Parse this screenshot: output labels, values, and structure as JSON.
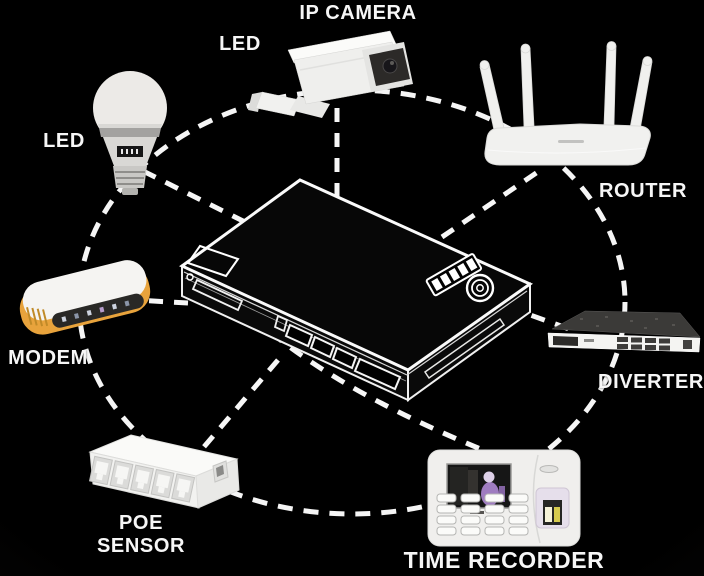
{
  "diagram": {
    "type": "network-topology",
    "background": "#000000",
    "dash_color": "#ffffff",
    "description_visible_text_only": true
  },
  "labels": {
    "ip_camera": "IP CAMERA",
    "led_top": "LED",
    "led_left": "LED",
    "router": "ROUTER",
    "modem": "MODEM",
    "diverter": "DIVERTER",
    "poe_sensor_line1": "POE",
    "poe_sensor_line2": "SENSOR",
    "time_recorder": "TIME RECORDER"
  },
  "devices": [
    {
      "id": "hub",
      "label": null
    },
    {
      "id": "ip-camera",
      "label": "IP CAMERA"
    },
    {
      "id": "led-bulb",
      "labels": [
        "LED",
        "LED"
      ]
    },
    {
      "id": "router",
      "label": "ROUTER"
    },
    {
      "id": "modem",
      "label": "MODEM"
    },
    {
      "id": "diverter",
      "label": "DIVERTER"
    },
    {
      "id": "poe-sensor",
      "label": "POE SENSOR"
    },
    {
      "id": "time-recorder",
      "label": "TIME RECORDER"
    }
  ],
  "connections": {
    "hub_links": [
      "ip-camera",
      "led-bulb",
      "router",
      "modem",
      "diverter",
      "poe-sensor",
      "time-recorder"
    ],
    "ring": [
      "led-bulb",
      "ip-camera",
      "router",
      "diverter",
      "time-recorder",
      "poe-sensor",
      "modem"
    ]
  },
  "colors": {
    "line_white": "#f7f7f7",
    "device_white": "#f1f1ef",
    "modem_accent_yellow": "#e8a33c",
    "modem_front_dark": "#292826",
    "diverter_top_gray": "#3b3a38",
    "screen_dark": "#161616",
    "screen_figure_purple": "#9f7cc0",
    "fingerprint_yellow": "#d6cb4e",
    "hub_black": "#070707"
  }
}
